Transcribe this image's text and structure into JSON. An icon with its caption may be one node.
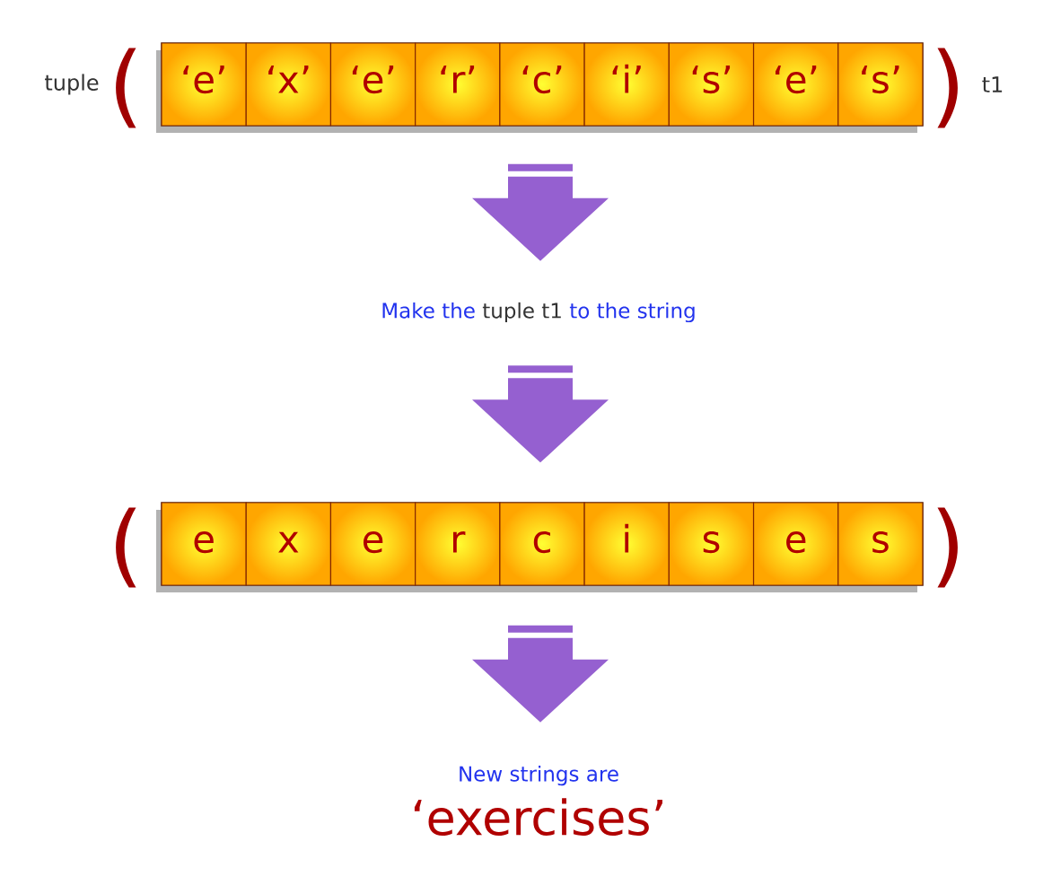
{
  "diagram": {
    "nodes": [
      {
        "text": [],
        "shape": "bar"
      },
      {
        "text": [
          "‘e’"
        ],
        "in": 0
      },
      {
        "text": [
          "‘x’"
        ],
        "in": 0
      },
      {
        "text": [
          "‘e’"
        ],
        "in": 0
      },
      {
        "text": [
          "‘r’"
        ],
        "in": 0
      },
      {
        "text": [
          "‘c’"
        ],
        "in": 0
      },
      {
        "text": [
          "‘i’"
        ],
        "in": 0
      },
      {
        "text": [
          "‘s’"
        ],
        "in": 0
      },
      {
        "text": [
          "‘e’"
        ],
        "in": 0
      },
      {
        "text": [
          "‘s’"
        ],
        "in": 0
      },
      {
        "text": [
          "Make the",
          "tuple t1",
          "to the string"
        ]
      },
      {
        "text": [],
        "shape": "bar"
      },
      {
        "text": [
          "e"
        ],
        "in": 11
      },
      {
        "text": [
          "x"
        ],
        "in": 11
      },
      {
        "text": [
          "e"
        ],
        "in": 11
      },
      {
        "text": [
          "r"
        ],
        "in": 11
      },
      {
        "text": [
          "c"
        ],
        "in": 11
      },
      {
        "text": [
          "i"
        ],
        "in": 11
      },
      {
        "text": [
          "s"
        ],
        "in": 11
      },
      {
        "text": [
          "e"
        ],
        "in": 11
      },
      {
        "text": [
          "s"
        ],
        "in": 11
      },
      {
        "text": [
          "New strings are",
          "‘exercises’"
        ]
      }
    ],
    "edges": [
      {
        "from": 0,
        "to": 10,
        "arrow": "to"
      },
      {
        "from": 10,
        "to": 11,
        "arrow": "to"
      },
      {
        "from": 11,
        "to": 21,
        "arrow": "to"
      }
    ],
    "labels": [
      "tuple",
      "(",
      ")",
      "t1",
      "(",
      ")"
    ]
  }
}
